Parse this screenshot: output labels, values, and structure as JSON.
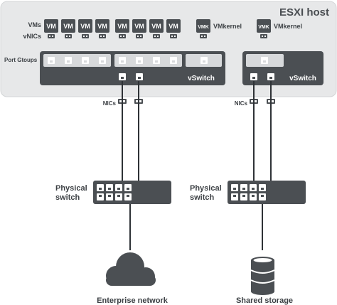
{
  "host": {
    "title": "ESXI host"
  },
  "labels": {
    "vms": "VMs",
    "vnics": "vNICs",
    "port_groups": "Port Gtoups",
    "nics_left": "NICs",
    "nics_right": "NICs"
  },
  "vm_label": "VM",
  "vm_count": 8,
  "vmk": {
    "badge": "VMK",
    "label": "VMkernel"
  },
  "vmk_right": {
    "badge": "VMK",
    "label": "VMkernel"
  },
  "vswitches": [
    {
      "label": "vSwitch"
    },
    {
      "label": "vSwitch"
    }
  ],
  "physical_switches": [
    {
      "line1": "Physical",
      "line2": "switch"
    },
    {
      "line1": "Physical",
      "line2": "switch"
    }
  ],
  "destinations": {
    "network": {
      "label": "Enterprise network",
      "icon": "cloud-icon"
    },
    "storage": {
      "label": "Shared storage",
      "icon": "database-icon"
    }
  },
  "colors": {
    "host_bg": "#e7e8e9",
    "host_border": "#d3d5d7",
    "dark": "#4b4f53",
    "port_fill": "#d7d9db",
    "link": "#2e3236"
  }
}
